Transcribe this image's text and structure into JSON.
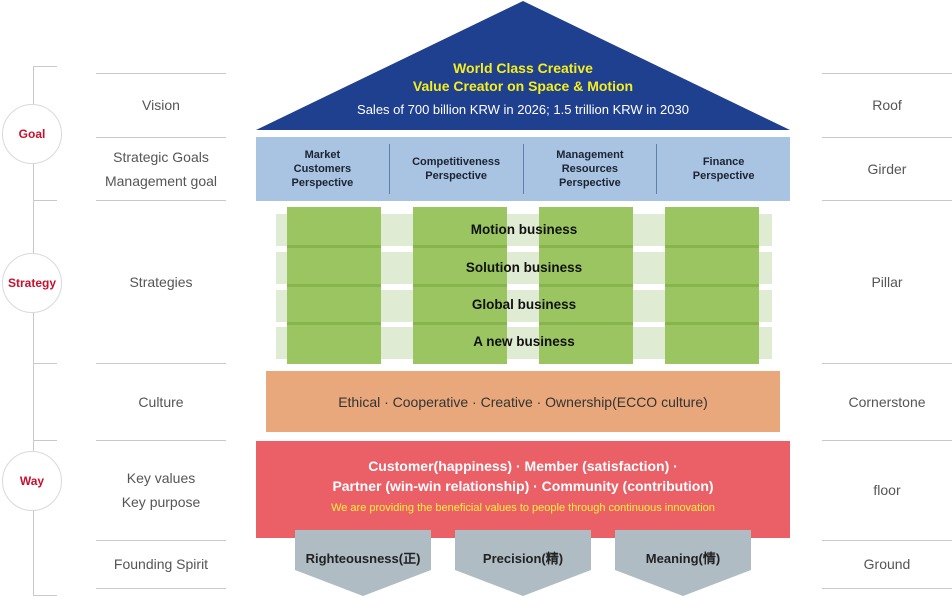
{
  "left_labels": {
    "vision": "Vision",
    "strategic_goals": "Strategic Goals",
    "management_goal": "Management goal",
    "strategies": "Strategies",
    "culture": "Culture",
    "key_values": "Key values",
    "key_purpose": "Key purpose",
    "founding_spirit": "Founding Spirit"
  },
  "circles": {
    "goal": "Goal",
    "strategy": "Strategy",
    "way": "Way"
  },
  "right_labels": {
    "roof": "Roof",
    "girder": "Girder",
    "pillar": "Pillar",
    "cornerstone": "Cornerstone",
    "floor": "floor",
    "ground": "Ground"
  },
  "roof": {
    "title_line1": "World Class Creative",
    "title_line2": "Value Creator on Space & Motion",
    "subtitle": "Sales of 700 billion KRW in 2026; 1.5 trillion KRW in 2030"
  },
  "girder": [
    "Market\nCustomers\nPerspective",
    "Competitiveness\nPerspective",
    "Management\nResources\nPerspective",
    "Finance\nPerspective"
  ],
  "businesses": [
    "Motion business",
    "Solution business",
    "Global business",
    "A new business"
  ],
  "culture": "Ethical · Cooperative · Creative · Ownership(ECCO culture)",
  "floor": {
    "line1": "Customer(happiness)  ·  Member (satisfaction)  ·",
    "line2": "Partner (win-win relationship)  ·  Community (contribution)",
    "note": "We are providing the beneficial values to people through continuous innovation"
  },
  "founding": [
    "Righteousness(正)",
    "Precision(精)",
    "Meaning(情)"
  ],
  "colors": {
    "roof": "#1f3f8f",
    "girder": "#a8c4e2",
    "pillar": "#9bc560",
    "band": "#e0ebd3",
    "culture": "#e9a87b",
    "floor": "#eb5f67",
    "ground_arrow": "#afbcc4",
    "accent_red": "#c8102e",
    "roof_title": "#f6ef1d"
  }
}
